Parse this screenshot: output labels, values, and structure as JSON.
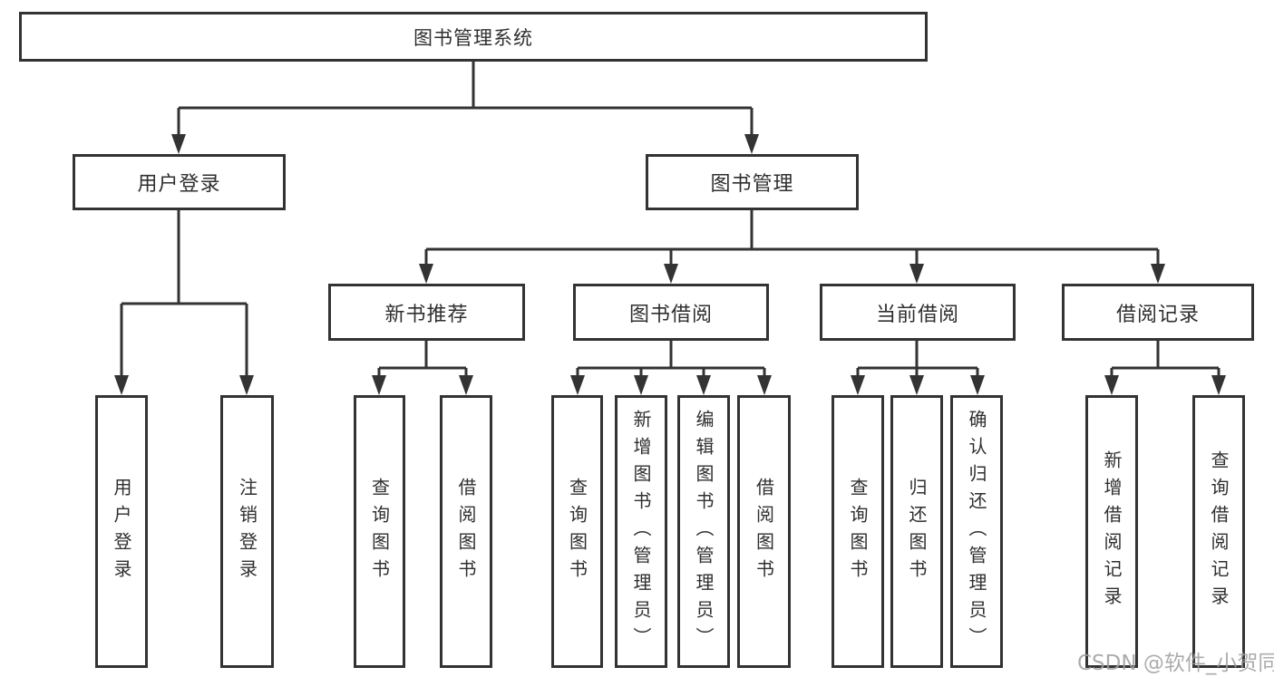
{
  "tree": {
    "label": "图书管理系统",
    "children": [
      {
        "label": "用户登录",
        "children": [
          {
            "label": "用户登录"
          },
          {
            "label": "注销登录"
          }
        ]
      },
      {
        "label": "图书管理",
        "children": [
          {
            "label": "新书推荐",
            "children": [
              {
                "label": "查询图书"
              },
              {
                "label": "借阅图书"
              }
            ]
          },
          {
            "label": "图书借阅",
            "children": [
              {
                "label": "查询图书"
              },
              {
                "label": "新增图书（管理员）"
              },
              {
                "label": "编辑图书（管理员）"
              },
              {
                "label": "借阅图书"
              }
            ]
          },
          {
            "label": "当前借阅",
            "children": [
              {
                "label": "查询图书"
              },
              {
                "label": "归还图书"
              },
              {
                "label": "确认归还（管理员）"
              }
            ]
          },
          {
            "label": "借阅记录",
            "children": [
              {
                "label": "新增借阅记录"
              },
              {
                "label": "查询借阅记录"
              }
            ]
          }
        ]
      }
    ]
  },
  "watermark": "CSDN @软件_小贺同学",
  "colors": {
    "line": "#333333",
    "box_border": "#333333",
    "text": "#2f2f2f",
    "watermark": "#9e9e9e",
    "background": "#ffffff"
  }
}
